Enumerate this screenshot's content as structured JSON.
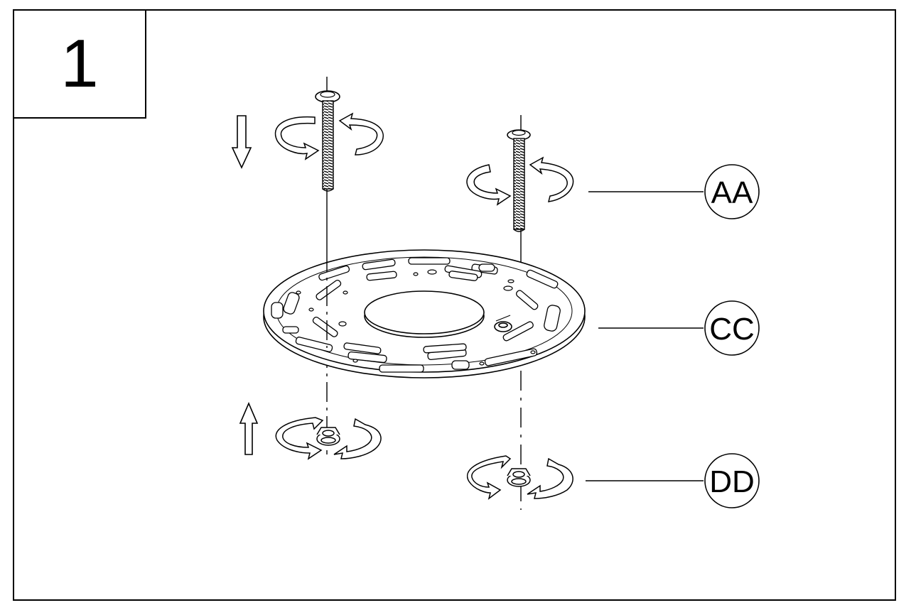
{
  "step": {
    "number": "1"
  },
  "callouts": [
    {
      "id": "AA"
    },
    {
      "id": "CC"
    },
    {
      "id": "DD"
    }
  ]
}
